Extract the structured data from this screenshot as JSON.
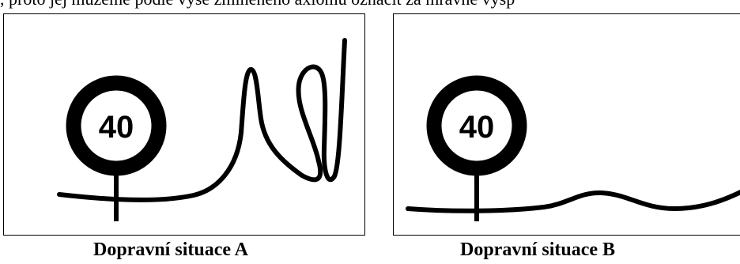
{
  "header_text": ", proto jej můžeme podle výše zmíněného axiomu označit za mravně vysp",
  "panels": [
    {
      "sign_value": "40",
      "caption": "Dopravní situace  A"
    },
    {
      "sign_value": "40",
      "caption": "Dopravní situace  B"
    }
  ]
}
